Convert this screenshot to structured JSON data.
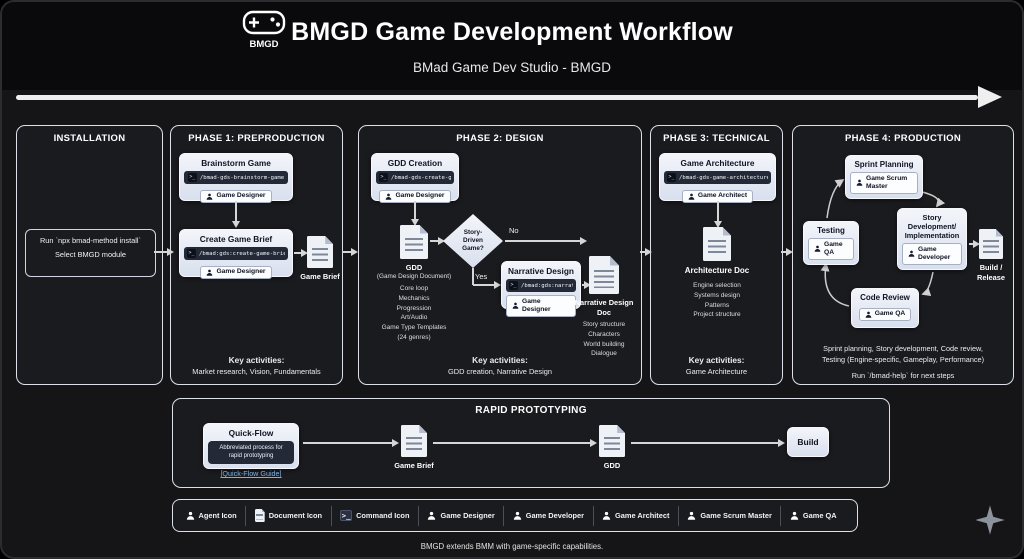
{
  "header": {
    "logo_text": "BMGD",
    "title": "BMGD Game Development Workflow",
    "subtitle": "BMad Game Dev Studio - BMGD"
  },
  "installation": {
    "title": "INSTALLATION",
    "line1": "Run `npx bmad-method install`",
    "line2": "Select BMGD module"
  },
  "phase1": {
    "title": "PHASE 1: PREPRODUCTION",
    "brainstorm": {
      "title": "Brainstorm Game",
      "command": "/bmad-gds-brainstorm-game",
      "agent": "Game Designer"
    },
    "create_brief": {
      "title": "Create Game Brief",
      "command": "/bmad:gds:create-game-brief",
      "agent": "Game Designer"
    },
    "doc_label": "Game Brief",
    "key_label": "Key activities:",
    "key_text": "Market research, Vision, Fundamentals"
  },
  "phase2": {
    "title": "PHASE 2: DESIGN",
    "gdd_creation": {
      "title": "GDD Creation",
      "command": "/bmad-gds-create-gdd",
      "agent": "Game Designer"
    },
    "gdd_doc": {
      "label": "GDD",
      "sublabel": "(Game Design Document)",
      "items": [
        "Core loop",
        "Mechanics",
        "Progression",
        "Art/Audio",
        "Game Type Templates",
        "(24 genres)"
      ]
    },
    "decision": {
      "label": "Story-Driven Game?",
      "no_label": "No",
      "yes_label": "Yes"
    },
    "narrative": {
      "title": "Narrative Design",
      "command": "/bmad:gds:narrative",
      "agent": "Game Designer"
    },
    "narrative_doc": {
      "label": "Narrative Design Doc",
      "items": [
        "Story structure",
        "Characters",
        "World building",
        "Dialogue"
      ]
    },
    "key_label": "Key activities:",
    "key_text": "GDD creation, Narrative Design"
  },
  "phase3": {
    "title": "PHASE 3: TECHNICAL",
    "architecture": {
      "title": "Game Architecture",
      "command": "/bmad-gds-game-architecture",
      "agent": "Game Architect"
    },
    "doc": {
      "label": "Architecture Doc",
      "items": [
        "Engine selection",
        "Systems design",
        "Patterns",
        "Project structure"
      ]
    },
    "key_label": "Key activities:",
    "key_text": "Game Architecture"
  },
  "phase4": {
    "title": "PHASE 4: PRODUCTION",
    "sprint": {
      "title": "Sprint Planning",
      "agent": "Game Scrum Master"
    },
    "testing": {
      "title": "Testing",
      "agent": "Game QA"
    },
    "story": {
      "title": "Story Development/ Implementation",
      "agent": "Game Developer"
    },
    "review": {
      "title": "Code Review",
      "agent": "Game QA"
    },
    "build_label": "Build / Release",
    "summary1": "Sprint planning, Story development, Code review,",
    "summary2": "Testing (Engine-specific, Gameplay, Performance)",
    "summary3": "Run `/bmad-help` for next steps"
  },
  "rapid": {
    "title": "RAPID PROTOTYPING",
    "quick_flow": {
      "title": "Quick-Flow",
      "desc": "Abbreviated process for rapid prototyping",
      "link": "[Quick-Flow Guide]"
    },
    "brief_label": "Game Brief",
    "gdd_label": "GDD",
    "build_label": "Build"
  },
  "legend": {
    "items": [
      "Agent Icon",
      "Document Icon",
      "Command Icon",
      "Game Designer",
      "Game Developer",
      "Game Architect",
      "Game Scrum Master",
      "Game QA"
    ]
  },
  "footer": "BMGD extends BMM with game-specific capabilities."
}
